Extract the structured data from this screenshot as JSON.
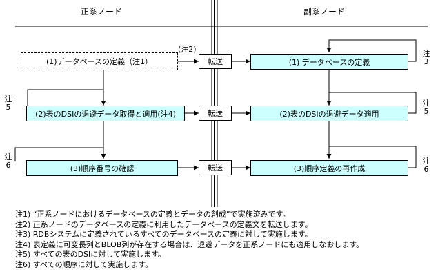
{
  "headers": {
    "primary": "正系ノード",
    "secondary": "副系ノード"
  },
  "primary_steps": [
    "(1)データベースの定義（注1）",
    "(2)表のDSIの退避データ取得と適用(注4)",
    "(3)順序番号の確認"
  ],
  "secondary_steps": [
    "(1) データベースの定義",
    "(2)表のDSIの退避データ適用",
    "(3)順序定義の再作成"
  ],
  "transfer_label": "転送",
  "note_label_top": "(注2)",
  "side_labels": {
    "left_5": [
      "注",
      "5"
    ],
    "left_6": [
      "注",
      "6"
    ],
    "right_3": [
      "注",
      "3"
    ],
    "right_5": [
      "注",
      "5"
    ],
    "right_6": [
      "注",
      "6"
    ]
  },
  "notes": [
    "注1) “正系ノードにおけるデータベースの定義とデータの創成”で実施済みです。",
    "注2) 正系ノードのデータベースの定義に利用したデータベースの定義文を転送します。",
    "注3) RDBシステムに定義されているすべてのデータベースの定義に対して実施します。",
    "注4) 表定義に可変長列とBLOB列が存在する場合は、退避データを正系ノードにも適用しなおします。",
    "注5) すべての表のDSIに対して実施します。",
    "注6) すべての順序に対して実施します。"
  ]
}
